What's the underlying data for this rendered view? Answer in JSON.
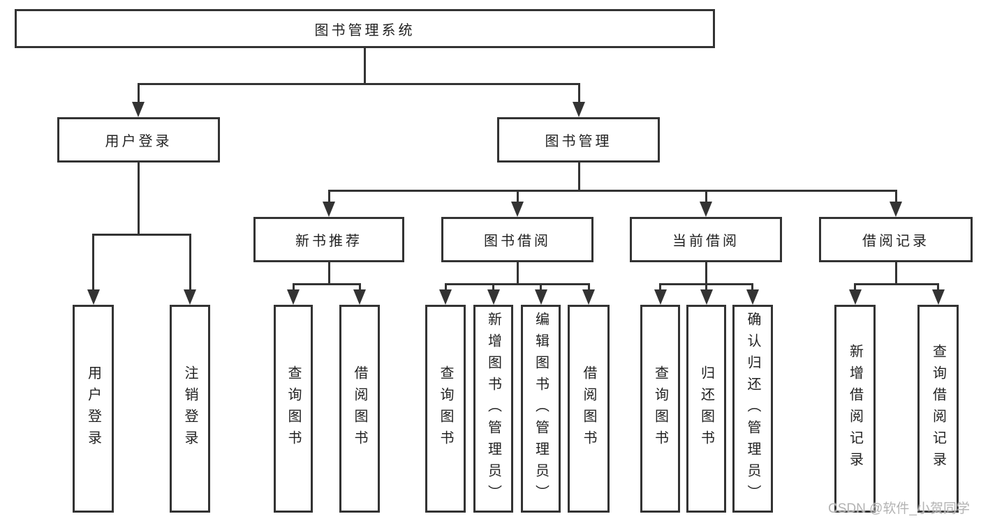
{
  "diagram": {
    "title_node": {
      "label": "图书管理系统"
    },
    "level2": [
      {
        "id": "user-login",
        "label": "用户登录"
      },
      {
        "id": "book-management",
        "label": "图书管理"
      }
    ],
    "level3": [
      {
        "id": "new-book-recommend",
        "label": "新书推荐"
      },
      {
        "id": "book-borrow",
        "label": "图书借阅"
      },
      {
        "id": "current-borrow",
        "label": "当前借阅"
      },
      {
        "id": "borrow-records",
        "label": "借阅记录"
      }
    ],
    "leaves": [
      {
        "parent": "user-login",
        "label": "用户登录"
      },
      {
        "parent": "user-login",
        "label": "注销登录"
      },
      {
        "parent": "new-book-recommend",
        "label": "查询图书"
      },
      {
        "parent": "new-book-recommend",
        "label": "借阅图书"
      },
      {
        "parent": "book-borrow",
        "label": "查询图书"
      },
      {
        "parent": "book-borrow",
        "label": "新增图书（管理员）"
      },
      {
        "parent": "book-borrow",
        "label": "编辑图书（管理员）"
      },
      {
        "parent": "book-borrow",
        "label": "借阅图书"
      },
      {
        "parent": "current-borrow",
        "label": "查询图书"
      },
      {
        "parent": "current-borrow",
        "label": "归还图书"
      },
      {
        "parent": "current-borrow",
        "label": "确认归还（管理员）"
      },
      {
        "parent": "borrow-records",
        "label": "新增借阅记录"
      },
      {
        "parent": "borrow-records",
        "label": "查询借阅记录"
      }
    ],
    "colors": {
      "line": "#333333",
      "text": "#222222",
      "background": "#ffffff",
      "watermark": "#b3b3b3"
    }
  },
  "watermark": {
    "text": "CSDN @软件_小贺同学"
  }
}
